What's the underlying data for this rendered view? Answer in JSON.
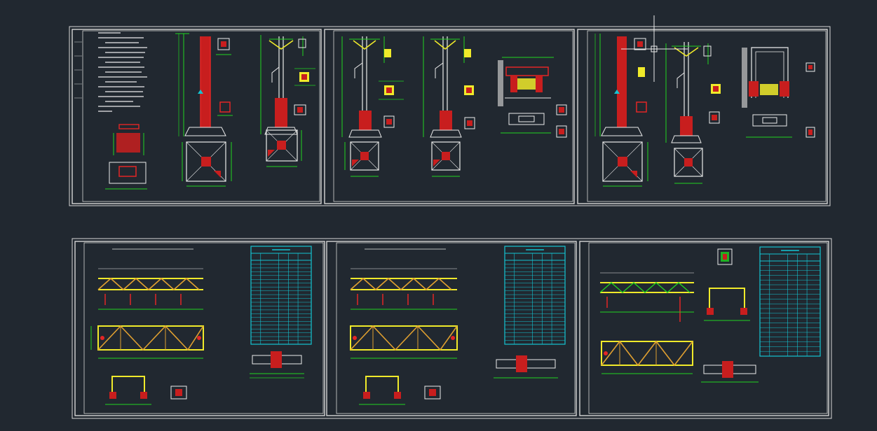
{
  "colors": {
    "background": "#212830",
    "frame": "#d6d6d6",
    "red": "#e32626",
    "green": "#21d321",
    "yellow": "#f0ea2a",
    "cyan": "#14c4d2",
    "orange": "#e0a030",
    "white": "#ececec"
  },
  "sheets": [
    {
      "id": "column-sheet-1",
      "kind": "column"
    },
    {
      "id": "column-sheet-2",
      "kind": "column"
    },
    {
      "id": "column-sheet-3",
      "kind": "column"
    },
    {
      "id": "truss-sheet-1",
      "kind": "truss"
    },
    {
      "id": "truss-sheet-2",
      "kind": "truss"
    },
    {
      "id": "truss-sheet-3",
      "kind": "truss"
    }
  ],
  "tables": [
    {
      "id": "material-table-1",
      "rows": 22
    },
    {
      "id": "material-table-2",
      "rows": 22
    },
    {
      "id": "material-table-3",
      "rows": 20
    }
  ]
}
